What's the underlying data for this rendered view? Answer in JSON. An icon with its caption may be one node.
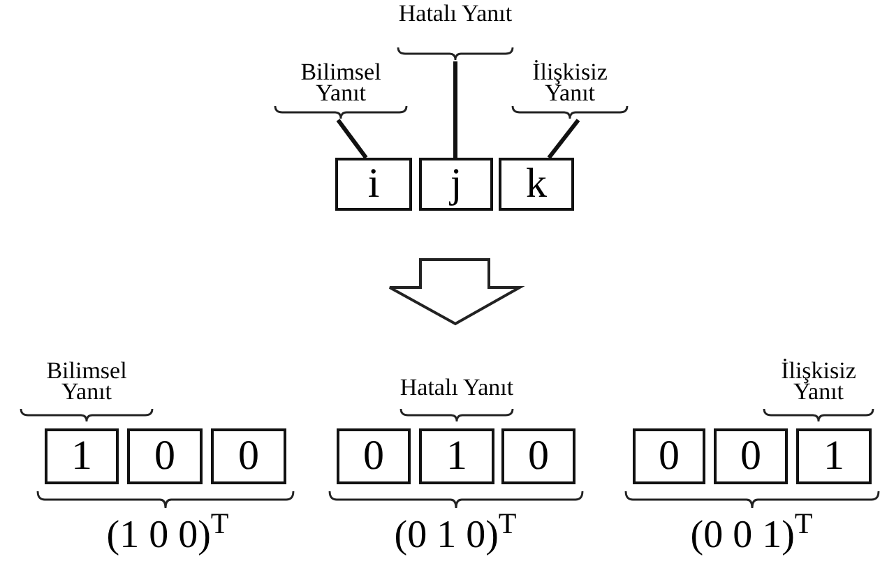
{
  "diagram": {
    "nodes": [
      {
        "text": [
          "Bilimsel Yanıt"
        ]
      },
      {
        "text": [
          "Hatalı Yanıt"
        ]
      },
      {
        "text": [
          "İlişkisiz Yanıt"
        ]
      },
      {
        "text": [
          "i"
        ]
      },
      {
        "text": [
          "j"
        ]
      },
      {
        "text": [
          "k"
        ]
      },
      {
        "text": [
          "1"
        ]
      },
      {
        "text": [
          "0"
        ]
      },
      {
        "text": [
          "0"
        ]
      },
      {
        "text": [
          "0"
        ]
      },
      {
        "text": [
          "1"
        ]
      },
      {
        "text": [
          "0"
        ]
      },
      {
        "text": [
          "0"
        ]
      },
      {
        "text": [
          "0"
        ]
      },
      {
        "text": [
          "1"
        ]
      }
    ],
    "edges": [
      {
        "from": 0,
        "to": 3,
        "arrow": "none"
      },
      {
        "from": 1,
        "to": 4,
        "arrow": "none"
      },
      {
        "from": 2,
        "to": 5,
        "arrow": "none"
      }
    ],
    "labels": [
      "Bilimsel Yanıt",
      "Hatalı Yanıt",
      "İlişkisiz Yanıt",
      "(1 0 0)$^{T}$",
      "(0 1 0)$^{T}$",
      "(0 0 1)$^{T}$"
    ]
  }
}
